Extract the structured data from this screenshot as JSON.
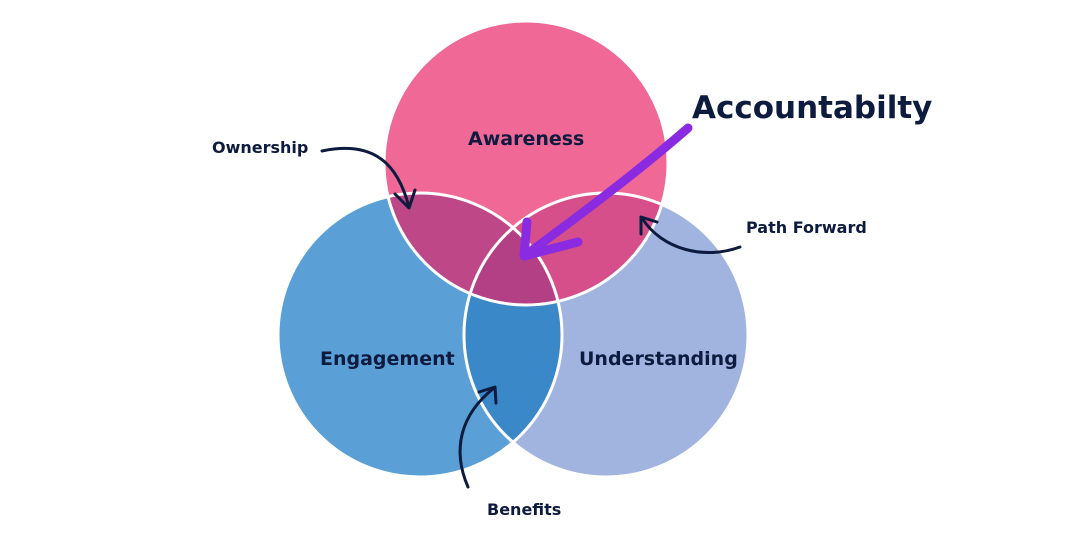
{
  "diagram": {
    "circles": {
      "awareness": {
        "label": "Awareness",
        "color": "#f06896"
      },
      "engagement": {
        "label": "Engagement",
        "color": "#5aa0d6"
      },
      "understanding": {
        "label": "Understanding",
        "color": "#a1b4e0"
      }
    },
    "overlap_colors": {
      "awareness_engagement": "#bd4787",
      "awareness_understanding": "#d74f8a",
      "engagement_understanding": "#3b88c9",
      "center": "#b33f84"
    },
    "annotations": {
      "ownership": "Ownership",
      "path_forward": "Path Forward",
      "benefits": "Benefits",
      "accountability": "Accountabilty"
    },
    "arrow_colors": {
      "annotation": "#0d1b3e",
      "accountability": "#8a2be2"
    }
  }
}
